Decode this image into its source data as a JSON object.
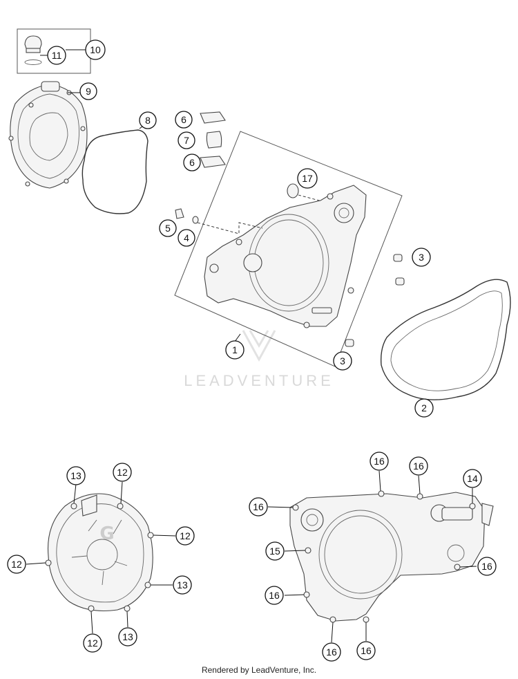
{
  "watermark": "LEADVENTURE",
  "footer": "Rendered by LeadVenture, Inc.",
  "callouts": {
    "c1": "1",
    "c2": "2",
    "c3a": "3",
    "c3b": "3",
    "c4": "4",
    "c5": "5",
    "c6a": "6",
    "c6b": "6",
    "c7": "7",
    "c8": "8",
    "c9": "9",
    "c10": "10",
    "c11": "11",
    "c17": "17",
    "b12a": "12",
    "b12b": "12",
    "b12c": "12",
    "b12d": "12",
    "b13a": "13",
    "b13b": "13",
    "b13c": "13",
    "b14": "14",
    "b15": "15",
    "b16a": "16",
    "b16b": "16",
    "b16c": "16",
    "b16d": "16",
    "b16e": "16",
    "b16f": "16",
    "b16g": "16"
  }
}
